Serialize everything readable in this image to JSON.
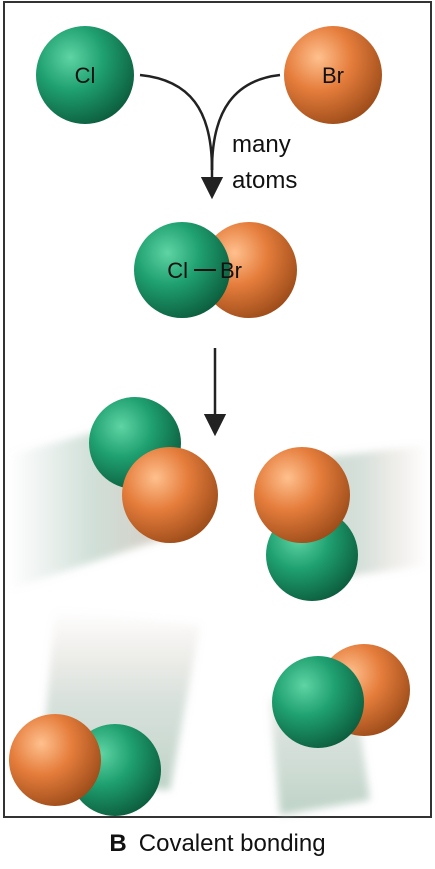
{
  "atoms": {
    "chlorine_label": "Cl",
    "bromine_label": "Br"
  },
  "arrow_text": {
    "line1": "many",
    "line2": "atoms"
  },
  "molecule": {
    "cl": "Cl",
    "br": "Br"
  },
  "caption": {
    "letter": "B",
    "text": "Covalent bonding"
  },
  "colors": {
    "chlorine": "#1e9a6a",
    "bromine": "#e07a3a",
    "frame": "#333333"
  }
}
